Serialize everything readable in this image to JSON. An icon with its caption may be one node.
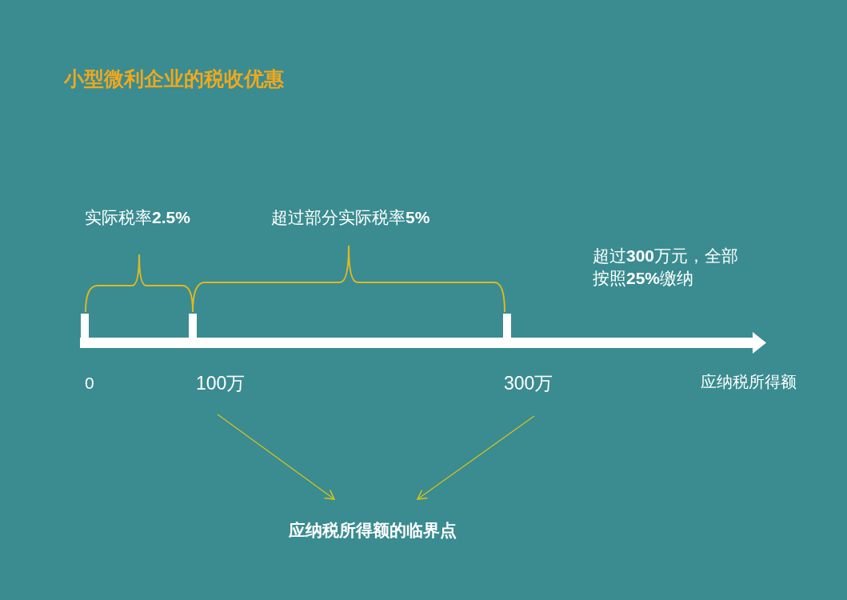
{
  "diagram": {
    "title": "小型微利企业的税收优惠",
    "nodes": [
      {
        "text": [
          "100万"
        ]
      },
      {
        "text": [
          "300万"
        ]
      },
      {
        "text": [
          "应纳税所得额的临界点"
        ]
      }
    ],
    "edges": [
      {
        "from": 0,
        "to": 2,
        "arrow": "to"
      },
      {
        "from": 1,
        "to": 2,
        "arrow": "to"
      }
    ],
    "labels": [
      "实际税率**2.5%**",
      "超过部分实际税率**5%**",
      "超过**300**万元，全部按照**25%**缴纳",
      "0",
      "应纳税所得额"
    ]
  }
}
